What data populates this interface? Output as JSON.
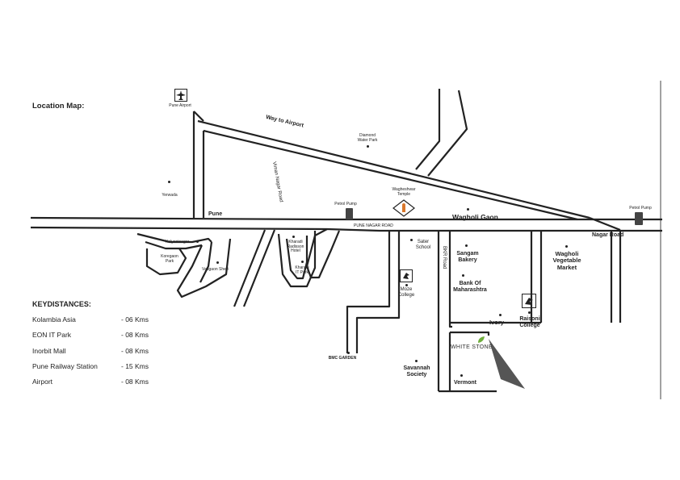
{
  "title": "Location Map:",
  "roads": {
    "pune": "Pune",
    "way_to_airport": "Way to Airport",
    "viman_nagar_road": "Viman Nagar Road",
    "pune_nagar_road": "PUNE NAGAR ROAD",
    "nagar_road": "Nagar Road",
    "bkr_road": "BKR Road"
  },
  "places": {
    "pune_airport": "Pune Airport",
    "diamond_water_park": "Diamond\nWater Park",
    "yerwada": "Yerwada",
    "petrol_pump_1": "Petrol Pump",
    "wagheshwar_temple": "Wagheshwar\nTemple",
    "wagholi_gaon": "Wagholi Gaon",
    "petrol_pump_2": "Petrol Pump",
    "kalyaninagar": "Kalyaninagar",
    "koregaon_park": "Koregaon\nPark",
    "vadgaon_sheri": "Vadgaon Sheri",
    "kharadi_radisson": "Kharadi\nRadisson\nHotel",
    "kharadi_it_park": "Kharadi\nIT Park",
    "sater_school": "Sater\nSchool",
    "sangam_bakery": "Sangam\nBakery",
    "wagholi_market": "Wagholi\nVegetable\nMarket",
    "moze_college": "Moze\nCollege",
    "bank_of_maharashtra": "Bank Of\nMaharashtra",
    "raisoni_college": "Raisoni\nCollege",
    "ivory": "Ivory",
    "bmc_garden": "BMC GARDEN",
    "savannah_society": "Savannah\nSociety",
    "vermont": "Vermont",
    "white_stone": "WHITE STONE"
  },
  "key_distances": {
    "heading": "KEYDISTANCES:",
    "items": [
      {
        "name": "Kolambia Asia",
        "distance": "- 06 Kms"
      },
      {
        "name": "EON IT Park",
        "distance": "- 08 Kms"
      },
      {
        "name": "Inorbit Mall",
        "distance": "- 08 Kms"
      },
      {
        "name": "Pune Railway Station",
        "distance": "- 15 Kms"
      },
      {
        "name": "Airport",
        "distance": "- 08 Kms"
      }
    ]
  },
  "icons": {
    "airport": "airplane-icon",
    "petrol": "fuel-pump-icon",
    "temple": "temple-icon",
    "education": "education-icon"
  },
  "colors": {
    "temple_accent": "#d9772b",
    "logo_green": "#6fae3c"
  }
}
